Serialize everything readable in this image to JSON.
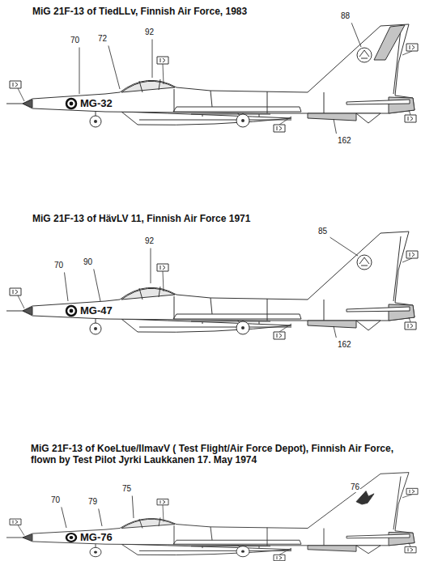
{
  "diagram": {
    "labels": [
      "MiG 21F-13 of TiedLLv, Finnish Air Force, 1983",
      "70",
      "72",
      "92",
      "88",
      "MG-32",
      "162",
      "MiG 21F-13 of HävLV 11, Finnish Air Force 1971",
      "85",
      "70",
      "90",
      "92",
      "MG-47",
      "162",
      "MiG 21F-13 of KoeLtue/IlmavV ( Test Flight/Air Force Depot), Finnish Air Force, flown by Test Pilot Jyrki Laukkanen 17. May 1974",
      "76",
      "70",
      "79",
      "75",
      "MG-76"
    ]
  }
}
